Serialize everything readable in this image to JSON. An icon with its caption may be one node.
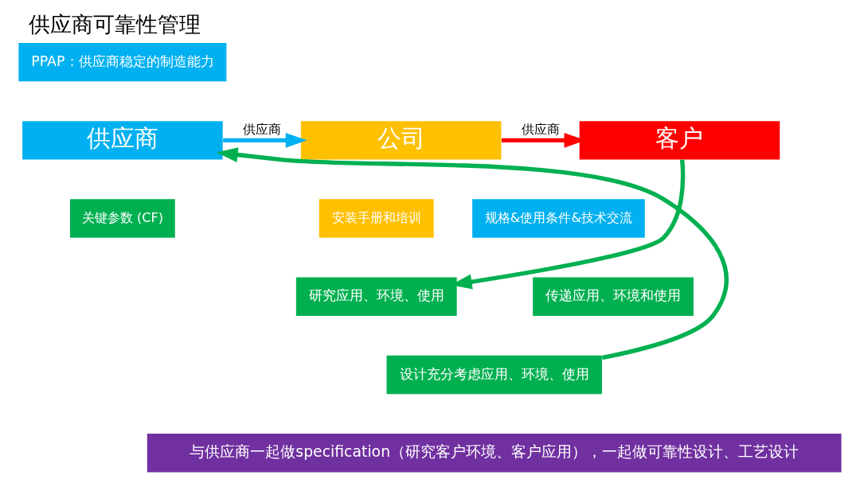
{
  "diagram": {
    "title": "供应商可靠性管理",
    "caption": "与供应商一起做specification（研究客户环境、客户应用），一起做可靠性设计、工艺设计",
    "nodes": [
      {
        "text": [
          "客户"
        ]
      },
      {
        "text": [
          "公司"
        ]
      },
      {
        "text": [
          "供应商"
        ]
      },
      {
        "text": [
          "PPAP：供应商稳定的制造能力"
        ]
      },
      {
        "text": [
          "安装手册和培训"
        ]
      },
      {
        "text": [
          "规格&使用条件&技术交流"
        ]
      },
      {
        "text": [
          "研究应用、环境、使用"
        ]
      },
      {
        "text": [
          "传递应用、环境和使用"
        ]
      },
      {
        "text": [
          "设计充分考虑应用、环境、使用"
        ]
      },
      {
        "text": [
          "关键参数 (CF)"
        ]
      }
    ],
    "edges": [
      {
        "from": 1,
        "to": 0,
        "arrow": "to",
        "label": "供应商",
        "color": "#ff0000"
      },
      {
        "from": 2,
        "to": 1,
        "arrow": "to",
        "label": "供应商",
        "color": "#00b0f0"
      },
      {
        "from": 0,
        "to": 6,
        "arrow": "to",
        "color": "#00b050"
      },
      {
        "from": 8,
        "to": 2,
        "arrow": "to",
        "color": "#00b050"
      }
    ]
  }
}
